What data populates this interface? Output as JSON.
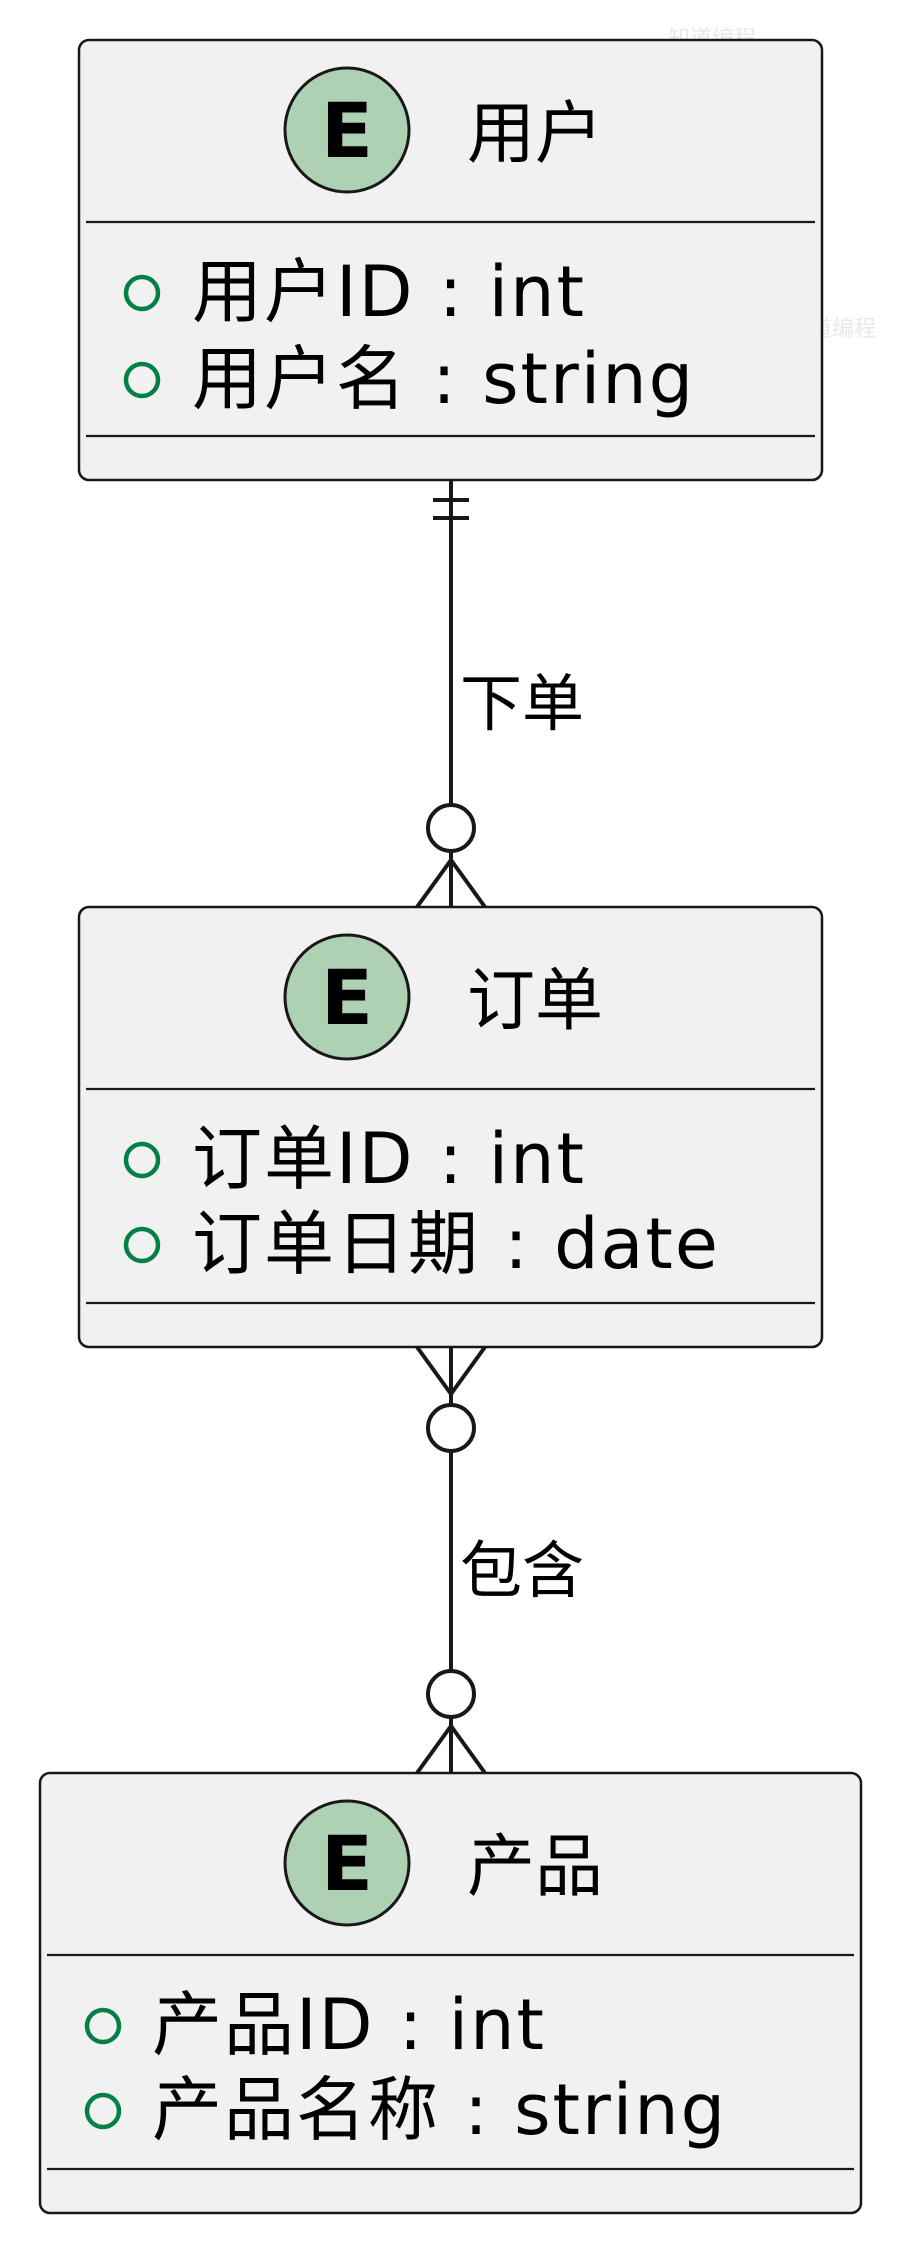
{
  "watermark": "知道编程",
  "entities": {
    "user": {
      "badge": "E",
      "name": "用户",
      "attrs": [
        "用户ID : int",
        "用户名 : string"
      ]
    },
    "order": {
      "badge": "E",
      "name": "订单",
      "attrs": [
        "订单ID : int",
        "订单日期 : date"
      ]
    },
    "product": {
      "badge": "E",
      "name": "产品",
      "attrs": [
        "产品ID : int",
        "产品名称 : string"
      ]
    }
  },
  "relations": {
    "user_order": {
      "label": "下单",
      "from_cardinality": "exactly-one",
      "to_cardinality": "zero-or-many"
    },
    "order_product": {
      "label": "包含",
      "from_cardinality": "zero-or-many",
      "to_cardinality": "zero-or-many"
    }
  },
  "colors": {
    "entity_fill": "#f1f1f1",
    "entity_border": "#181818",
    "badge_fill": "#add1b2",
    "attr_marker": "#038048"
  }
}
